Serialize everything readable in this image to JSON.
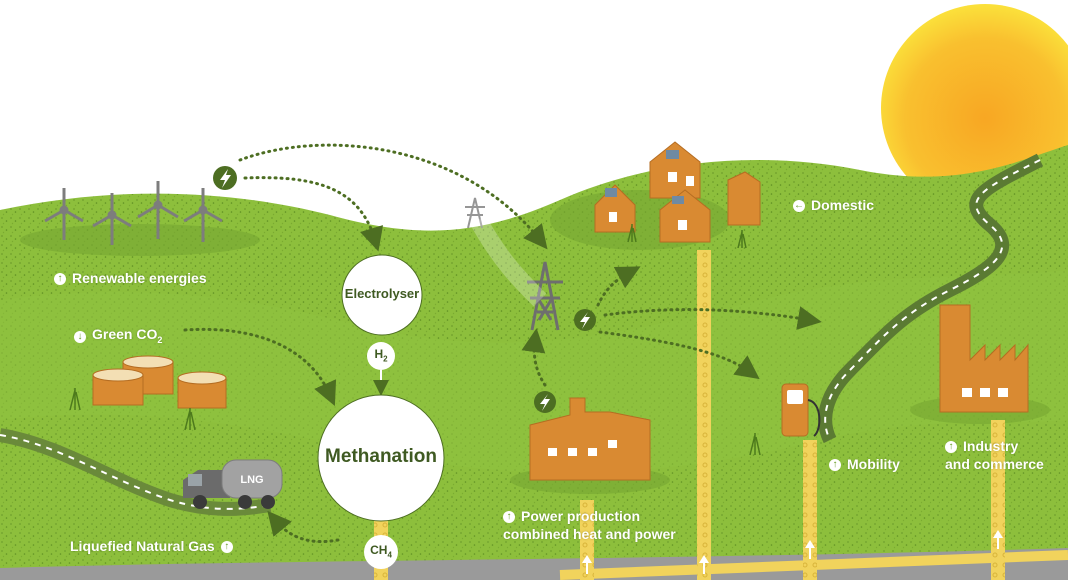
{
  "labels": {
    "renewable": "Renewable energies",
    "green_co2": "Green CO",
    "green_co2_sub": "2",
    "lng_caption": "Liquefied Natural Gas",
    "lng_truck": "LNG",
    "electrolyser": "Electrolyser",
    "h2": "H",
    "h2_sub": "2",
    "methanation": "Methanation",
    "ch4": "CH",
    "ch4_sub": "4",
    "domestic": "Domestic",
    "power_line1": "Power production",
    "power_line2": "combined heat and power",
    "mobility": "Mobility",
    "industry_line1": "Industry",
    "industry_line2": "and commerce"
  },
  "colors": {
    "grass": "#8dbf3c",
    "grass_dark": "#6f9e2c",
    "building": "#d98a32",
    "building_dark": "#b56d22",
    "sun": "#f7b62c",
    "pipeline": "#f1d35c",
    "circle_text": "#3f5a22",
    "road": "#5b7a33"
  },
  "icons": [
    "lightning-icon",
    "arrow-down-icon",
    "arrow-up-icon",
    "arrow-left-icon"
  ]
}
